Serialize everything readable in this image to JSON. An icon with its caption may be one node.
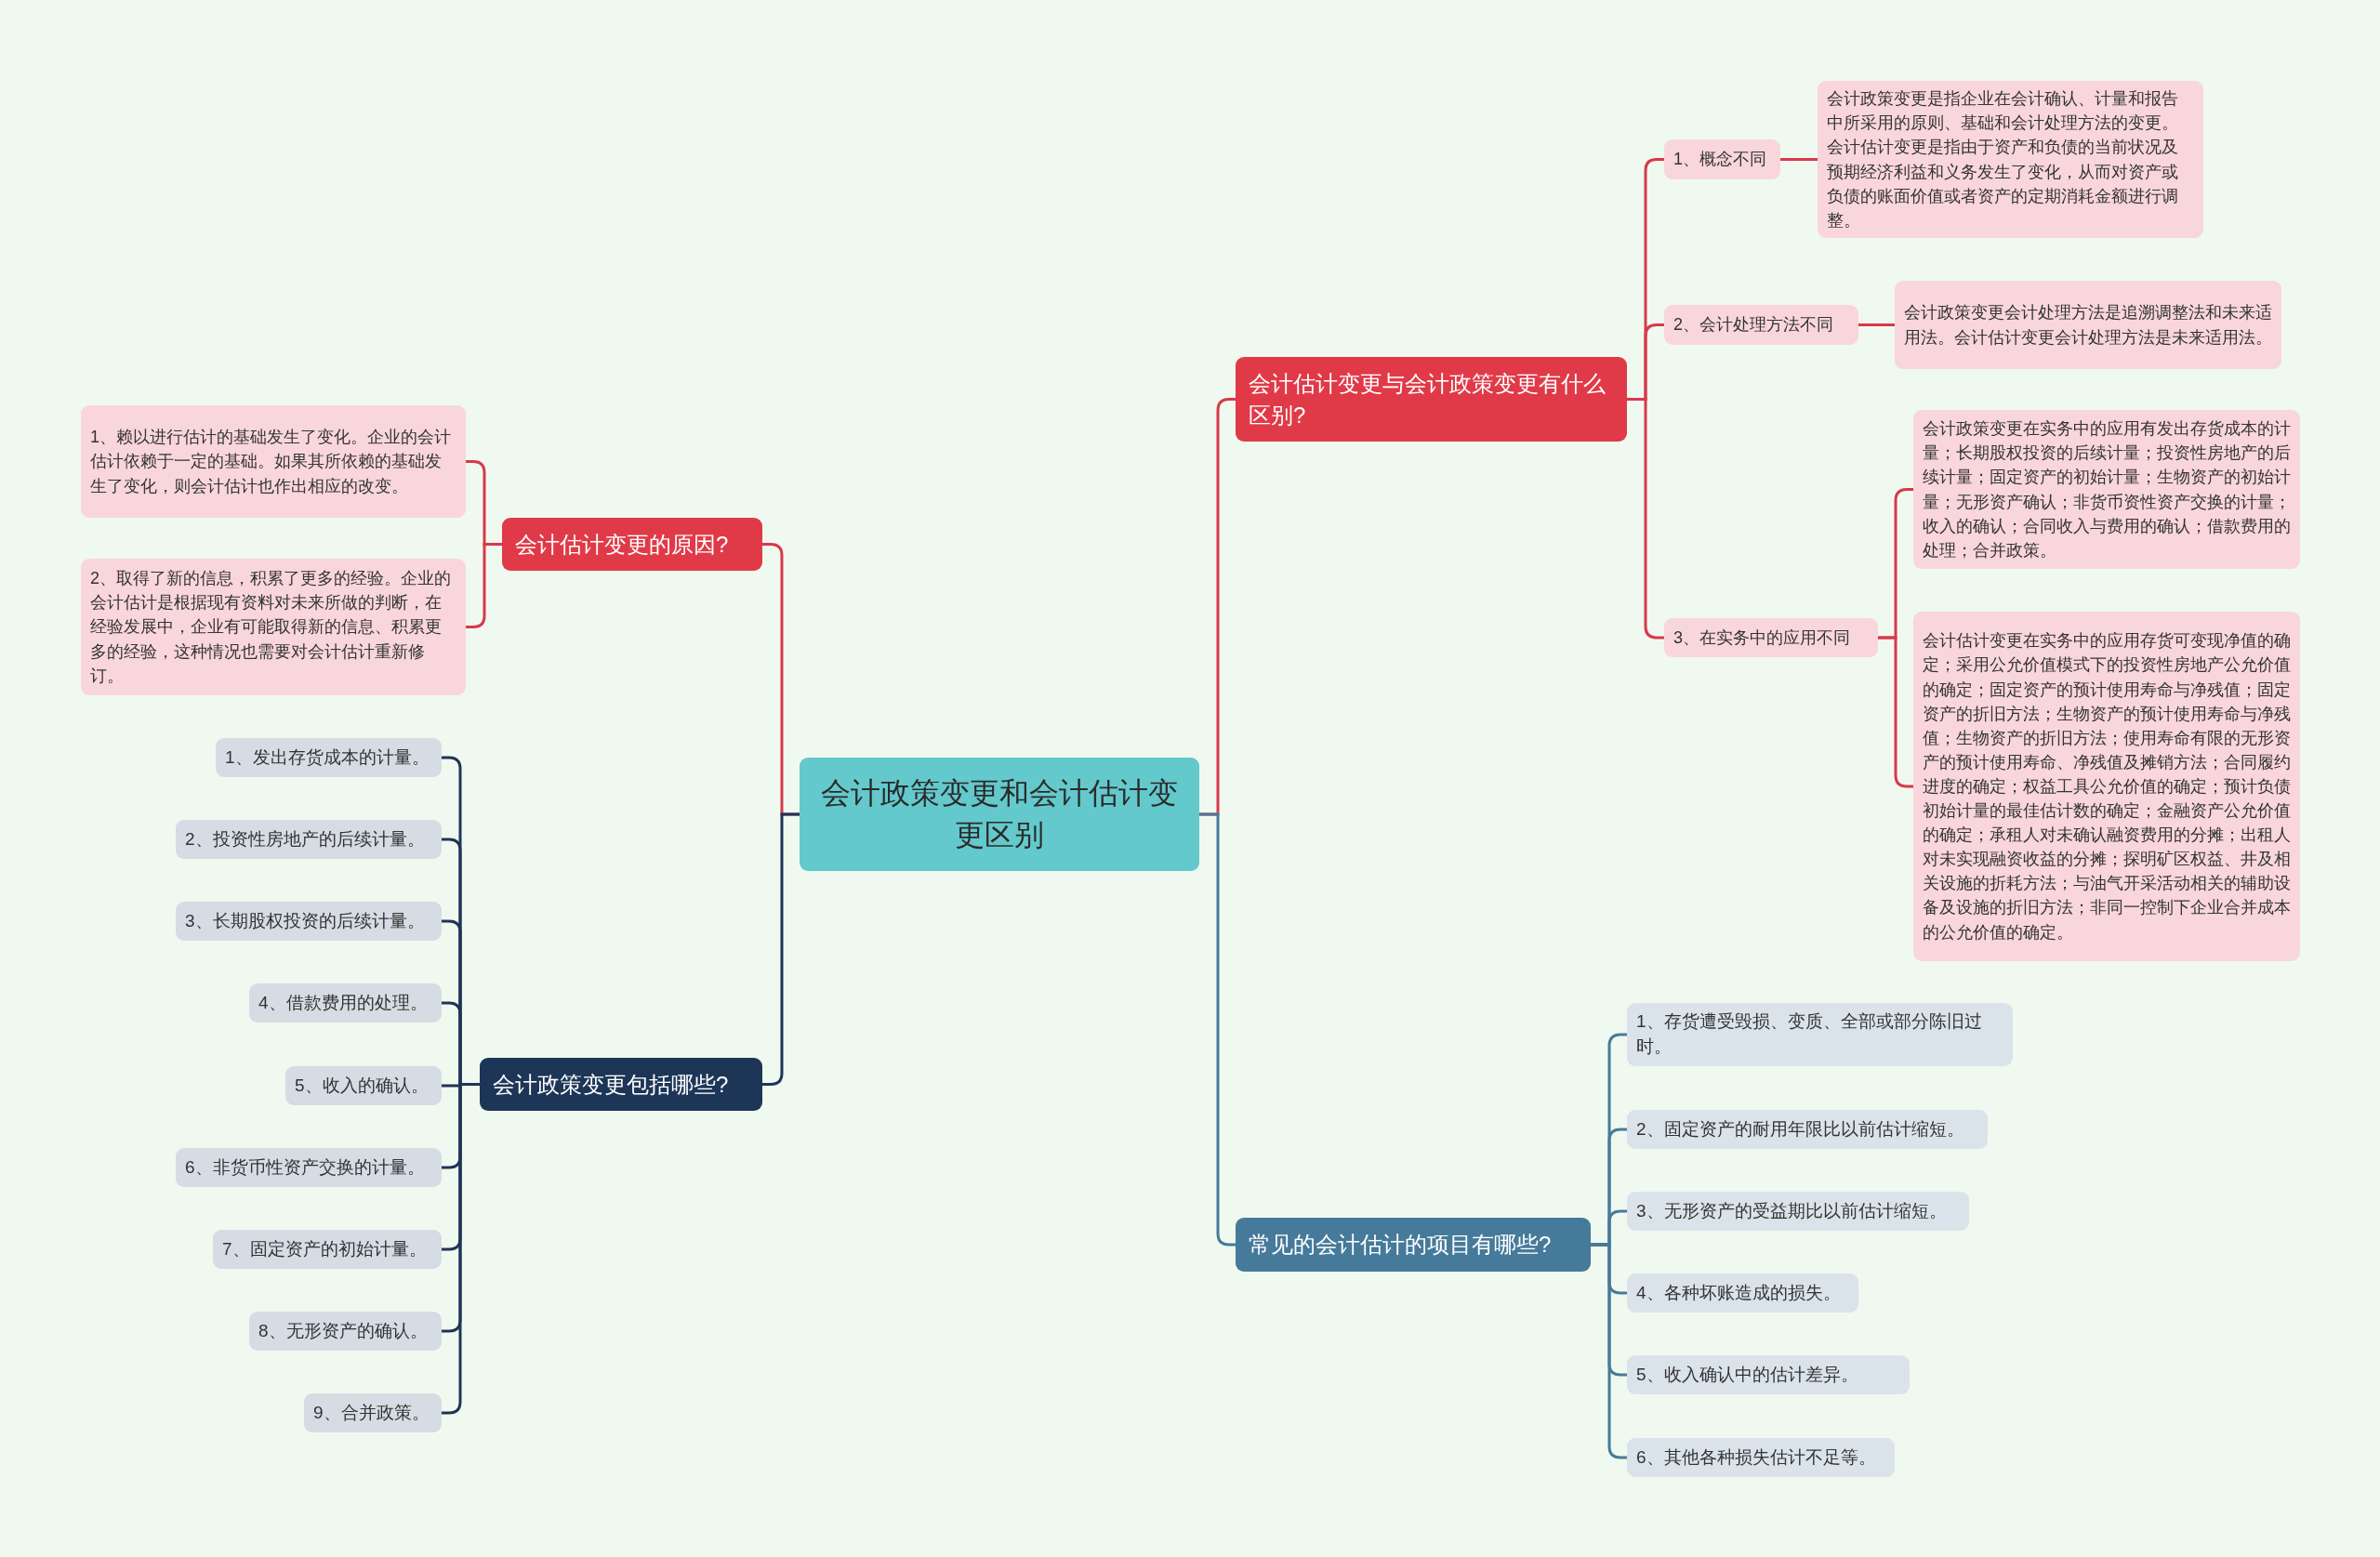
{
  "diagram": {
    "nodes": [
      {
        "text": [
          "会计政策变更和会计估计变更区别"
        ]
      },
      {
        "text": [
          "会计估计变更的原因?"
        ]
      },
      {
        "text": [
          "1、赖以进行估计的基础发生了变化。企业的会计估计依赖于一定的基础。如果其所依赖的基础发生了变化，则会计估计也作出相应的改变。"
        ]
      },
      {
        "text": [
          "2、取得了新的信息，积累了更多的经验。企业的会计估计是根据现有资料对未来所做的判断，在经验发展中，企业有可能取得新的信息、积累更多的经验，这种情况也需要对会计估计重新修订。"
        ]
      },
      {
        "text": [
          "会计政策变更包括哪些?"
        ]
      },
      {
        "text": [
          "1、发出存货成本的计量。"
        ]
      },
      {
        "text": [
          "2、投资性房地产的后续计量。"
        ]
      },
      {
        "text": [
          "3、长期股权投资的后续计量。"
        ]
      },
      {
        "text": [
          "4、借款费用的处理。"
        ]
      },
      {
        "text": [
          "5、收入的确认。"
        ]
      },
      {
        "text": [
          "6、非货币性资产交换的计量。"
        ]
      },
      {
        "text": [
          "7、固定资产的初始计量。"
        ]
      },
      {
        "text": [
          "8、无形资产的确认。"
        ]
      },
      {
        "text": [
          "9、合并政策。"
        ]
      },
      {
        "text": [
          "会计估计变更与会计政策变更有什么区别?"
        ]
      },
      {
        "text": [
          "1、概念不同"
        ]
      },
      {
        "text": [
          "会计政策变更是指企业在会计确认、计量和报告中所采用的原则、基础和会计处理方法的变更。会计估计变更是指由于资产和负债的当前状况及预期经济利益和义务发生了变化，从而对资产或负债的账面价值或者资产的定期消耗金额进行调整。"
        ]
      },
      {
        "text": [
          "2、会计处理方法不同"
        ]
      },
      {
        "text": [
          "会计政策变更会计处理方法是追溯调整法和未来适用法。会计估计变更会计处理方法是未来适用法。"
        ]
      },
      {
        "text": [
          "3、在实务中的应用不同"
        ]
      },
      {
        "text": [
          "会计政策变更在实务中的应用有发出存货成本的计量；长期股权投资的后续计量；投资性房地产的后续计量；固定资产的初始计量；生物资产的初始计量；无形资产确认；非货币资性资产交换的计量；收入的确认；合同收入与费用的确认；借款费用的处理；合并政策。"
        ]
      },
      {
        "text": [
          "会计估计变更在实务中的应用存货可变现净值的确定；采用公允价值模式下的投资性房地产公允价值的确定；固定资产的预计使用寿命与净残值；固定资产的折旧方法；生物资产的预计使用寿命与净残值；生物资产的折旧方法；使用寿命有限的无形资产的预计使用寿命、净残值及摊销方法；合同履约进度的确定；权益工具公允价值的确定；预计负债初始计量的最佳估计数的确定；金融资产公允价值的确定；承租人对未确认融资费用的分摊；出租人对未实现融资收益的分摊；探明矿区权益、井及相关设施的折耗方法；与油气开采活动相关的辅助设备及设施的折旧方法；非同一控制下企业合并成本的公允价值的确定。"
        ]
      },
      {
        "text": [
          "常见的会计估计的项目有哪些?"
        ]
      },
      {
        "text": [
          "1、存货遭受毁损、变质、全部或部分陈旧过时。"
        ]
      },
      {
        "text": [
          "2、固定资产的耐用年限比以前估计缩短。"
        ]
      },
      {
        "text": [
          "3、无形资产的受益期比以前估计缩短。"
        ]
      },
      {
        "text": [
          "4、各种坏账造成的损失。"
        ]
      },
      {
        "text": [
          "5、收入确认中的估计差异。"
        ]
      },
      {
        "text": [
          "6、其他各种损失估计不足等。"
        ]
      }
    ],
    "edges": [
      {
        "from": 0,
        "to": 1,
        "arrow": "none"
      },
      {
        "from": 1,
        "to": 2,
        "arrow": "none"
      },
      {
        "from": 1,
        "to": 3,
        "arrow": "none"
      },
      {
        "from": 0,
        "to": 4,
        "arrow": "none",
        "color": "#1d3557"
      },
      {
        "from": 4,
        "to": 5,
        "arrow": "none",
        "color": "#1d3557"
      },
      {
        "from": 4,
        "to": 6,
        "arrow": "none",
        "color": "#1d3557"
      },
      {
        "from": 4,
        "to": 7,
        "arrow": "none",
        "color": "#1d3557"
      },
      {
        "from": 4,
        "to": 8,
        "arrow": "none",
        "color": "#1d3557"
      },
      {
        "from": 4,
        "to": 9,
        "arrow": "none",
        "color": "#1d3557"
      },
      {
        "from": 4,
        "to": 10,
        "arrow": "none",
        "color": "#1d3557"
      },
      {
        "from": 4,
        "to": 11,
        "arrow": "none",
        "color": "#1d3557"
      },
      {
        "from": 4,
        "to": 12,
        "arrow": "none",
        "color": "#1d3557"
      },
      {
        "from": 4,
        "to": 13,
        "arrow": "none",
        "color": "#1d3557"
      },
      {
        "from": 0,
        "to": 14,
        "arrow": "none"
      },
      {
        "from": 14,
        "to": 15,
        "arrow": "none"
      },
      {
        "from": 15,
        "to": 16,
        "arrow": "none"
      },
      {
        "from": 14,
        "to": 17,
        "arrow": "none"
      },
      {
        "from": 17,
        "to": 18,
        "arrow": "none"
      },
      {
        "from": 14,
        "to": 19,
        "arrow": "none"
      },
      {
        "from": 19,
        "to": 20,
        "arrow": "none"
      },
      {
        "from": 19,
        "to": 21,
        "arrow": "none"
      },
      {
        "from": 0,
        "to": 22,
        "arrow": "none",
        "color": "#467a9a"
      },
      {
        "from": 22,
        "to": 23,
        "arrow": "none",
        "color": "#467a9a"
      },
      {
        "from": 22,
        "to": 24,
        "arrow": "none",
        "color": "#467a9a"
      },
      {
        "from": 22,
        "to": 25,
        "arrow": "none",
        "color": "#467a9a"
      },
      {
        "from": 22,
        "to": 26,
        "arrow": "none",
        "color": "#467a9a"
      },
      {
        "from": 22,
        "to": 27,
        "arrow": "none",
        "color": "#467a9a"
      },
      {
        "from": 22,
        "to": 28,
        "arrow": "none",
        "color": "#467a9a"
      }
    ]
  }
}
